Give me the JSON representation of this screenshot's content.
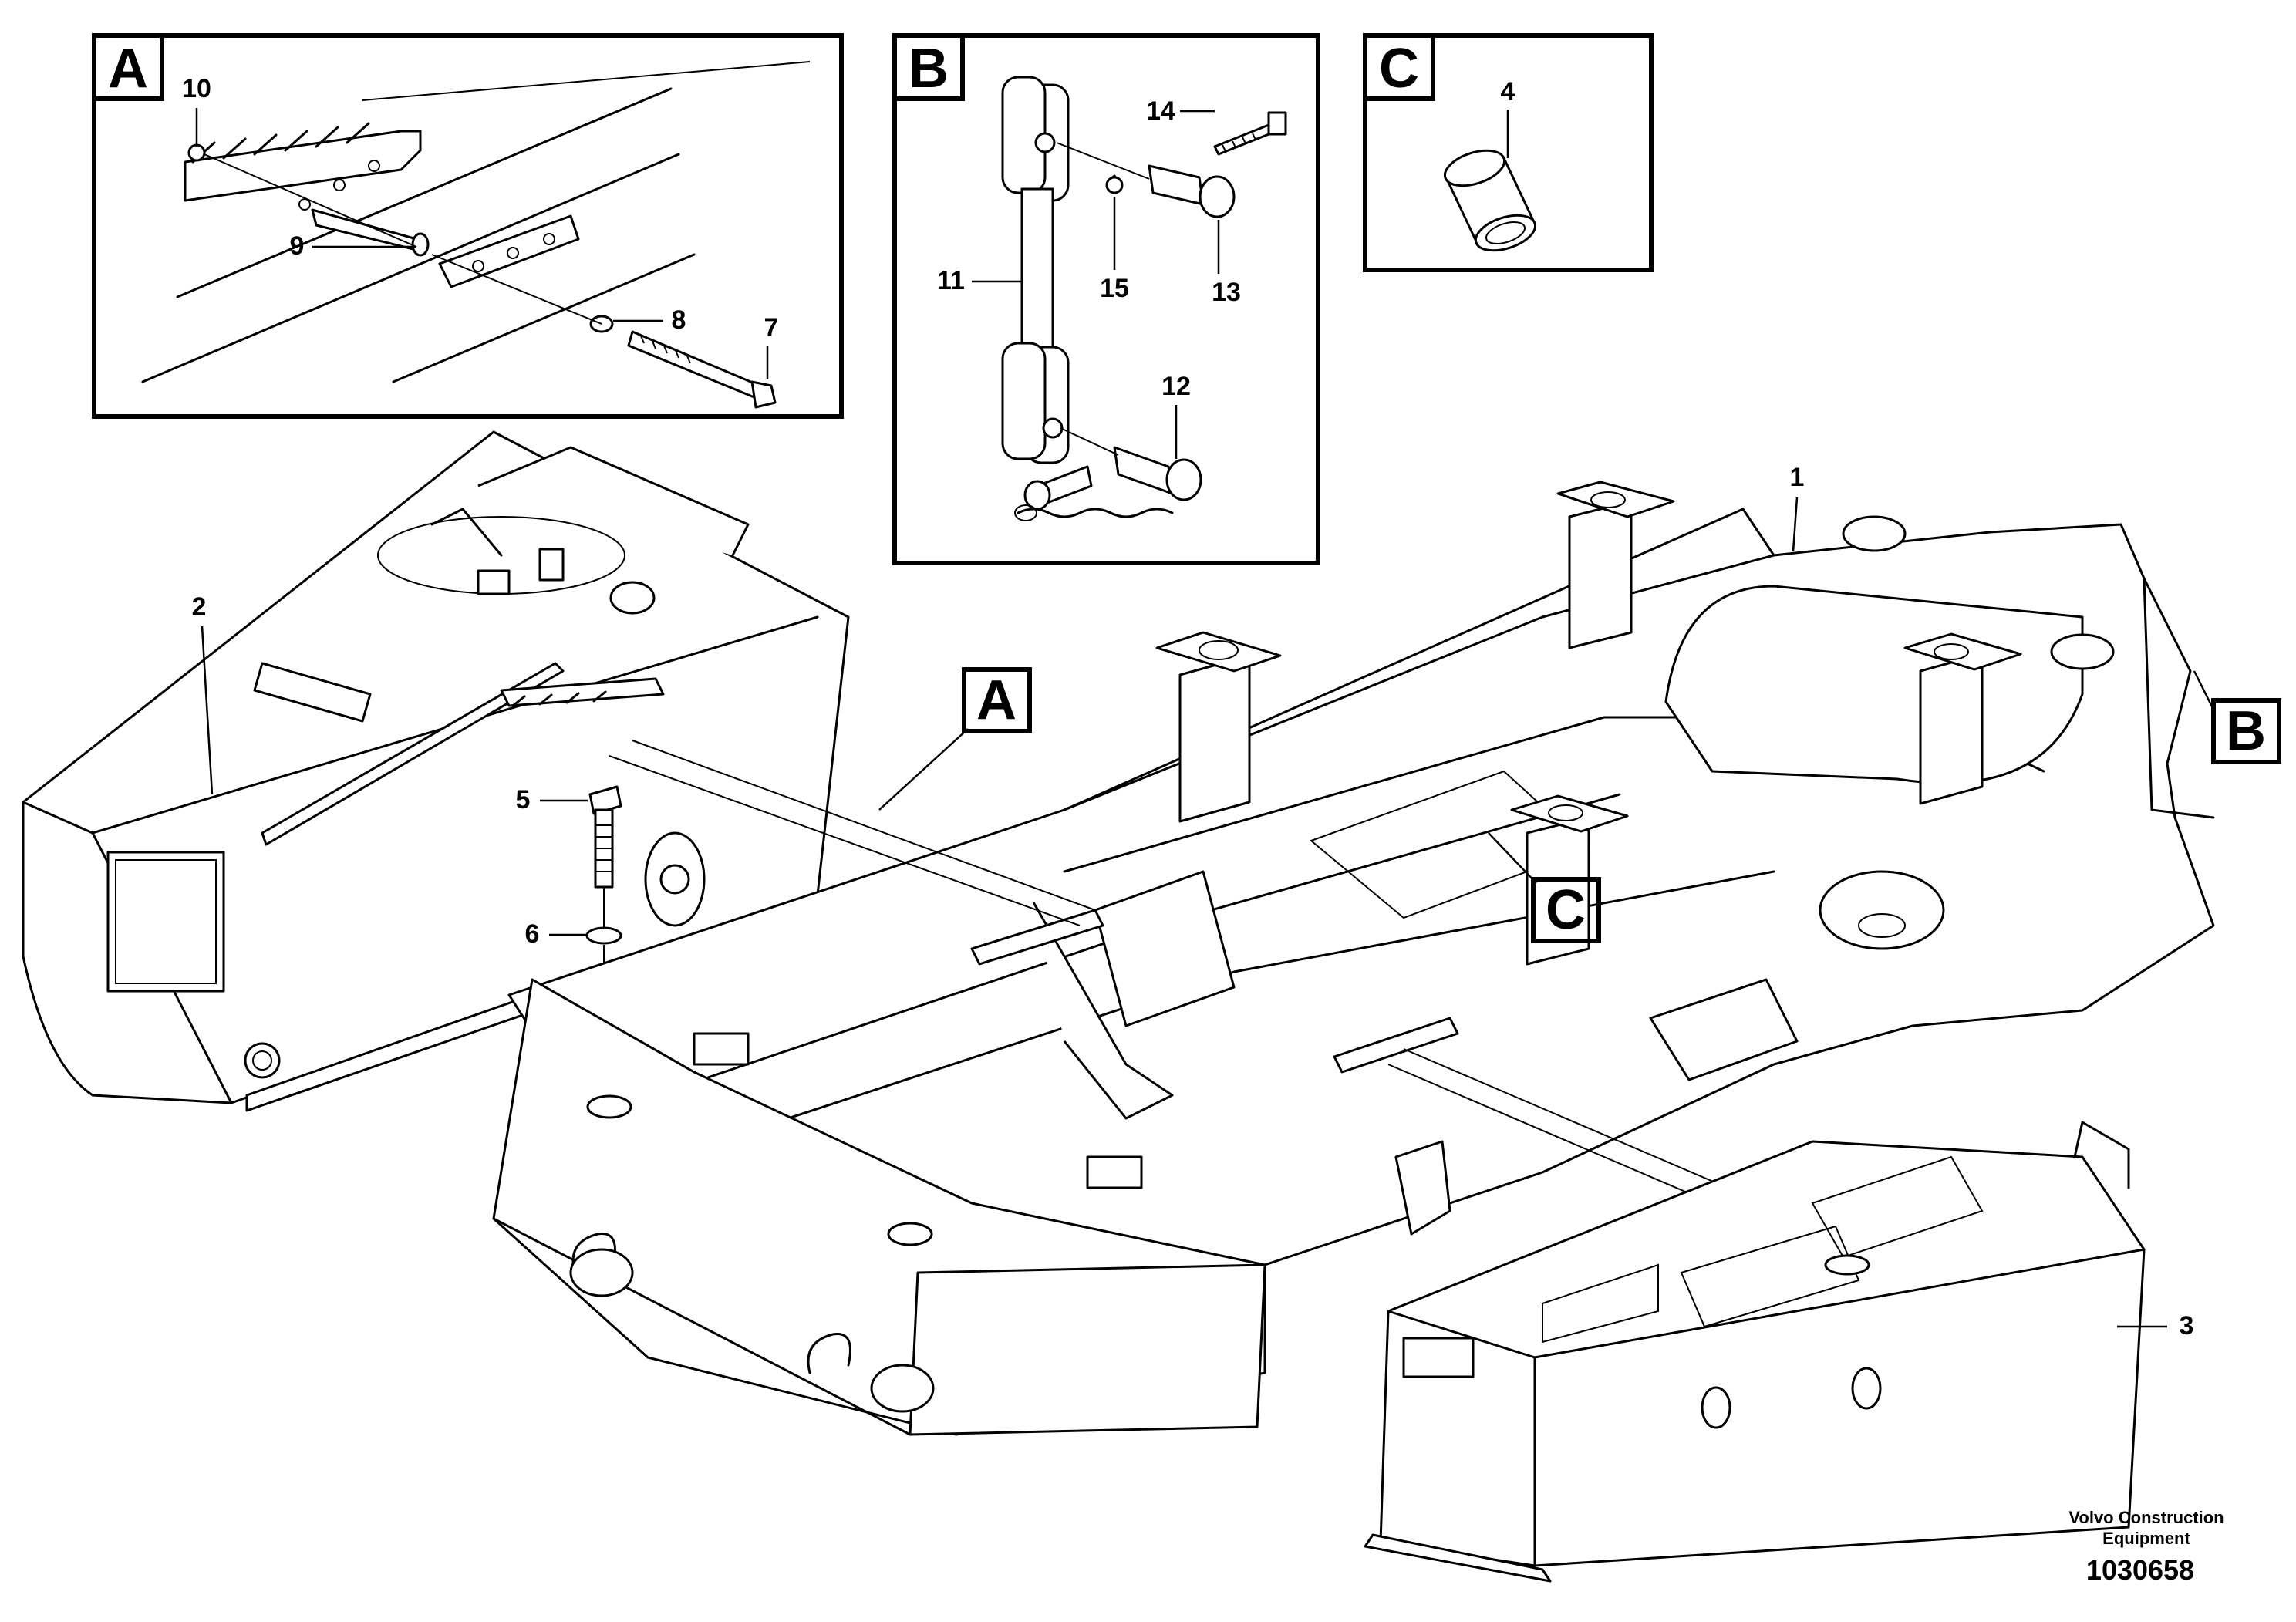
{
  "detail_views": {
    "a": {
      "letter": "A",
      "callouts": [
        "10",
        "9",
        "8",
        "7"
      ]
    },
    "b": {
      "letter": "B",
      "callouts": [
        "14",
        "11",
        "15",
        "13",
        "12"
      ]
    },
    "c": {
      "letter": "C",
      "callouts": [
        "4"
      ]
    }
  },
  "main_callouts": {
    "frame": "1",
    "left_tank": "2",
    "right_tank": "3",
    "bolt": "5",
    "washer": "6"
  },
  "reference_tags": {
    "a": "A",
    "b": "B",
    "c": "C"
  },
  "footer": {
    "company_line1": "Volvo Construction",
    "company_line2": "Equipment",
    "drawing_number": "1030658"
  }
}
